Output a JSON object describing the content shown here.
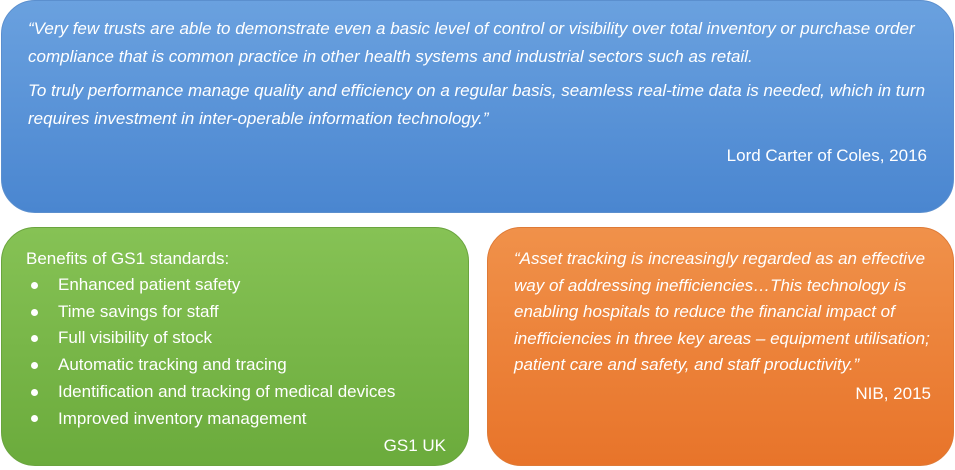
{
  "top_panel": {
    "paragraph1": "“Very few trusts are able to demonstrate even a basic level of control or visibility over total inventory or purchase order compliance that is common practice in other health systems and industrial sectors such as retail.",
    "paragraph2": "To truly performance manage quality and efficiency on a regular basis, seamless real-time data is needed, which in turn requires investment in inter-operable information technology.”",
    "attribution": "Lord Carter of Coles, 2016",
    "color": "#5b95da"
  },
  "benefits_panel": {
    "title": "Benefits of GS1 standards:",
    "items": [
      "Enhanced patient safety",
      "Time savings for staff",
      "Full visibility of stock",
      "Automatic tracking and tracing",
      "Identification and tracking of medical devices",
      "Improved inventory management"
    ],
    "attribution": "GS1 UK",
    "color": "#78b648"
  },
  "quote_panel": {
    "text": "“Asset tracking is increasingly regarded as an effective way of addressing inefficiencies…This technology is enabling hospitals to reduce the financial impact of inefficiencies in three key areas – equipment utilisation; patient care and safety, and staff productivity.”",
    "attribution": "NIB, 2015",
    "color": "#ec8038"
  }
}
